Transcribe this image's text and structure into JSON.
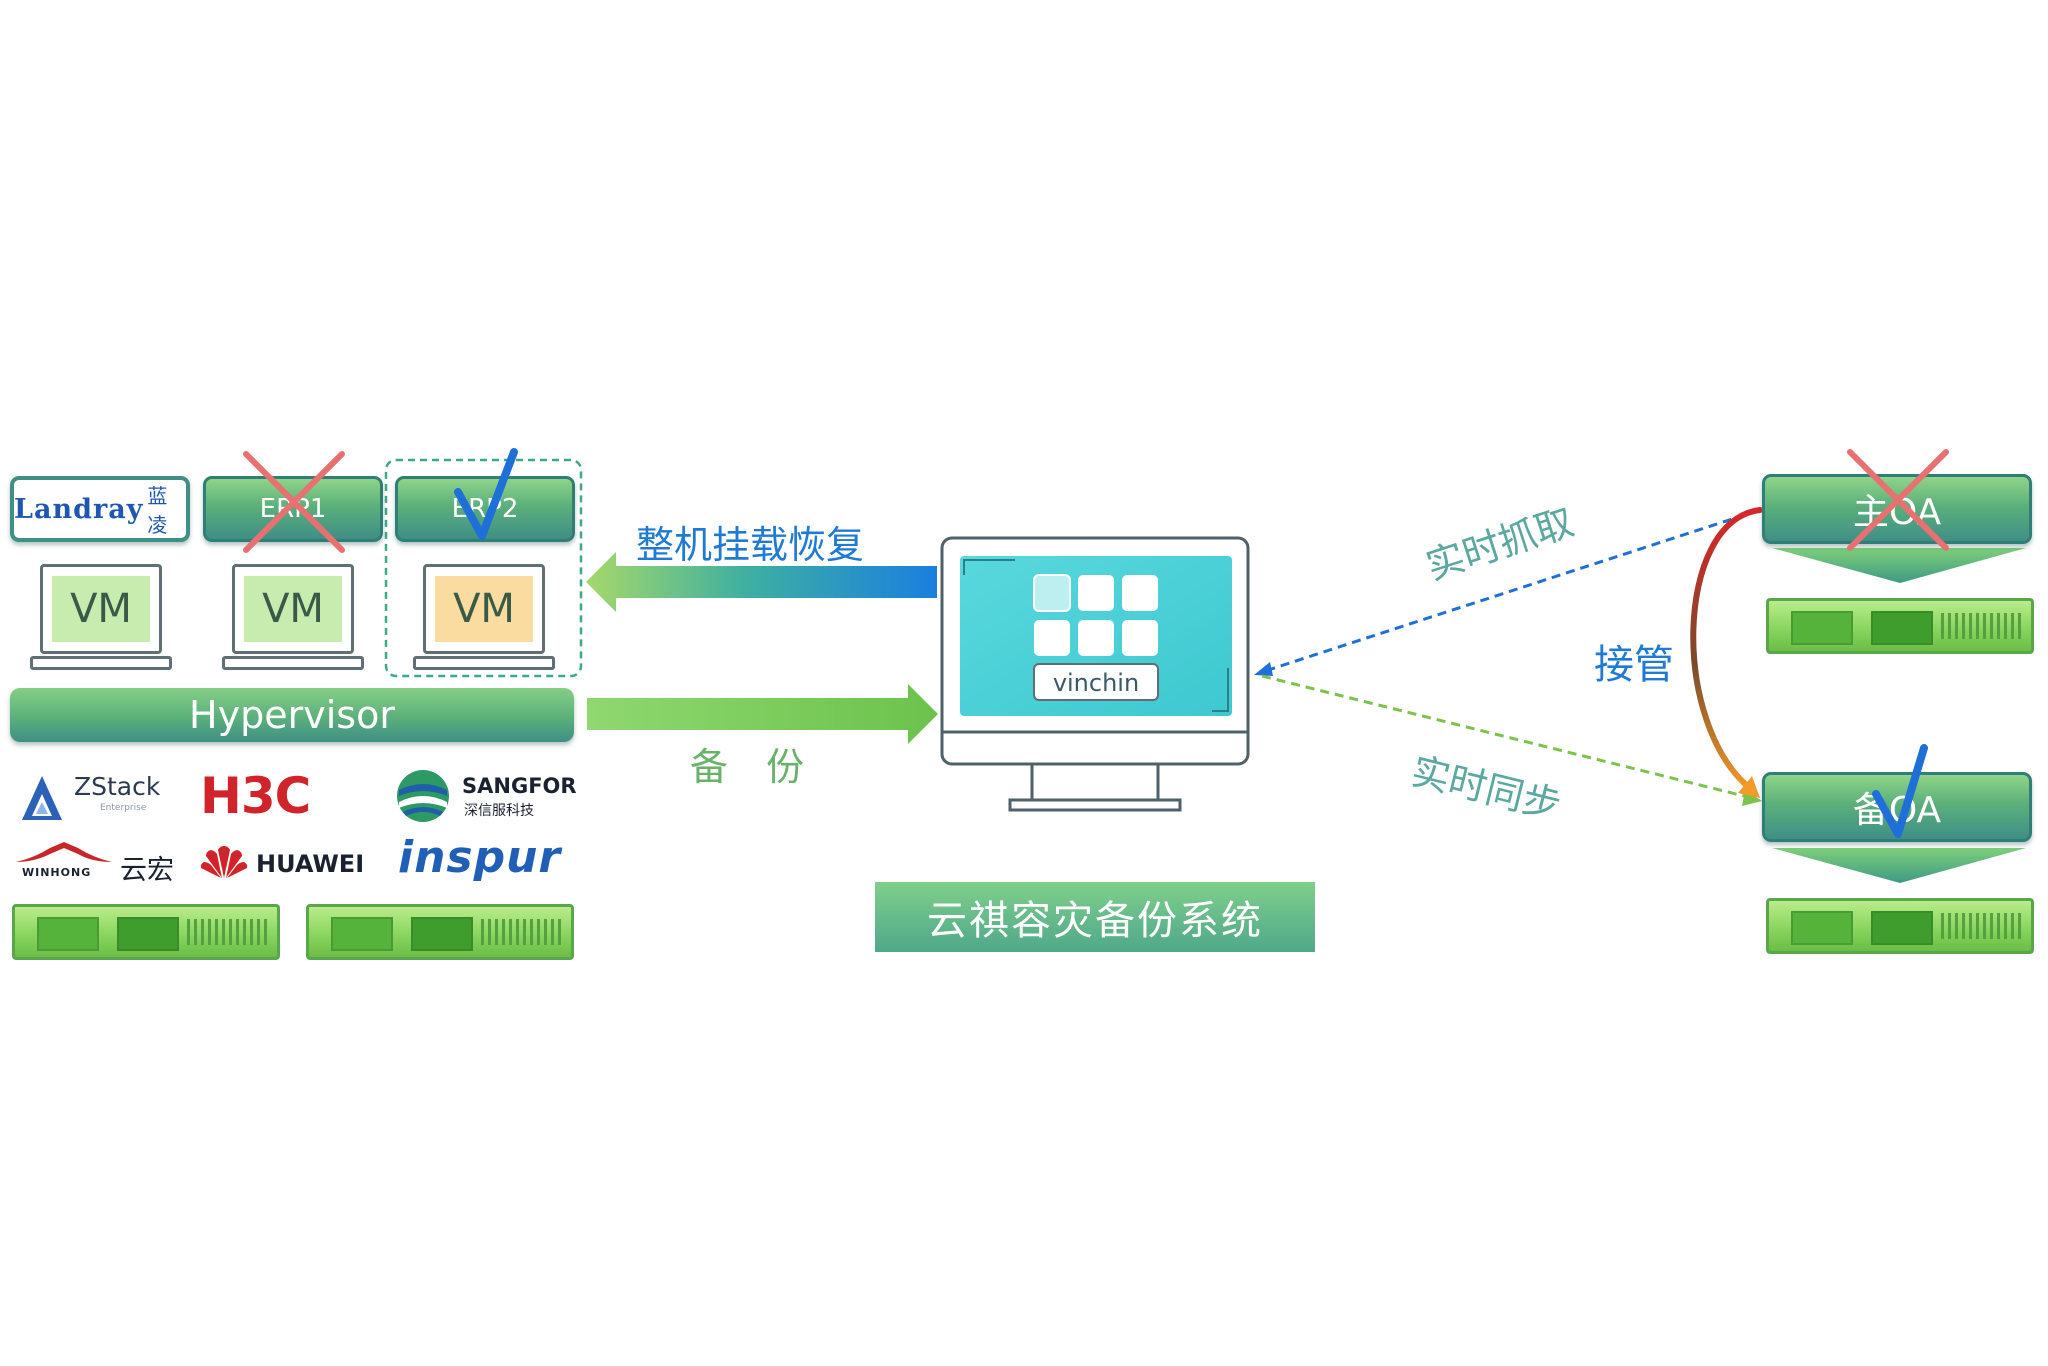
{
  "colors": {
    "accent_green": "#5bb07a",
    "accent_teal": "#3f8f86",
    "blue_arrow": "#1a7fe0",
    "green_arrow": "#7ccc5a",
    "red_cross": "#e87070",
    "check_blue": "#1f6fd8"
  },
  "vms": {
    "landray": {
      "brand": "Landray",
      "brand_cn": "蓝凌"
    },
    "erp1": {
      "label": "ERP1",
      "status": "cross"
    },
    "erp2": {
      "label": "ERP2",
      "status": "check"
    },
    "vm_label": "VM"
  },
  "hypervisor": "Hypervisor",
  "vendors": {
    "zstack": "ZStack",
    "zstack_sub": "Enterprise",
    "h3c": "H3C",
    "sangfor": "SANGFOR",
    "sangfor_cn": "深信服科技",
    "winhong": "WINHONG",
    "winhong_cn": "云宏",
    "huawei": "HUAWEI",
    "inspur": "inspur"
  },
  "flows": {
    "restore": "整机挂载恢复",
    "backup": "备　份",
    "capture": "实时抓取",
    "sync": "实时同步",
    "takeover": "接管"
  },
  "center": {
    "brand": "vinchin",
    "system_name": "云祺容灾备份系统"
  },
  "oa": {
    "primary": {
      "label": "主OA",
      "status": "cross"
    },
    "standby": {
      "label": "备OA",
      "status": "check"
    }
  }
}
